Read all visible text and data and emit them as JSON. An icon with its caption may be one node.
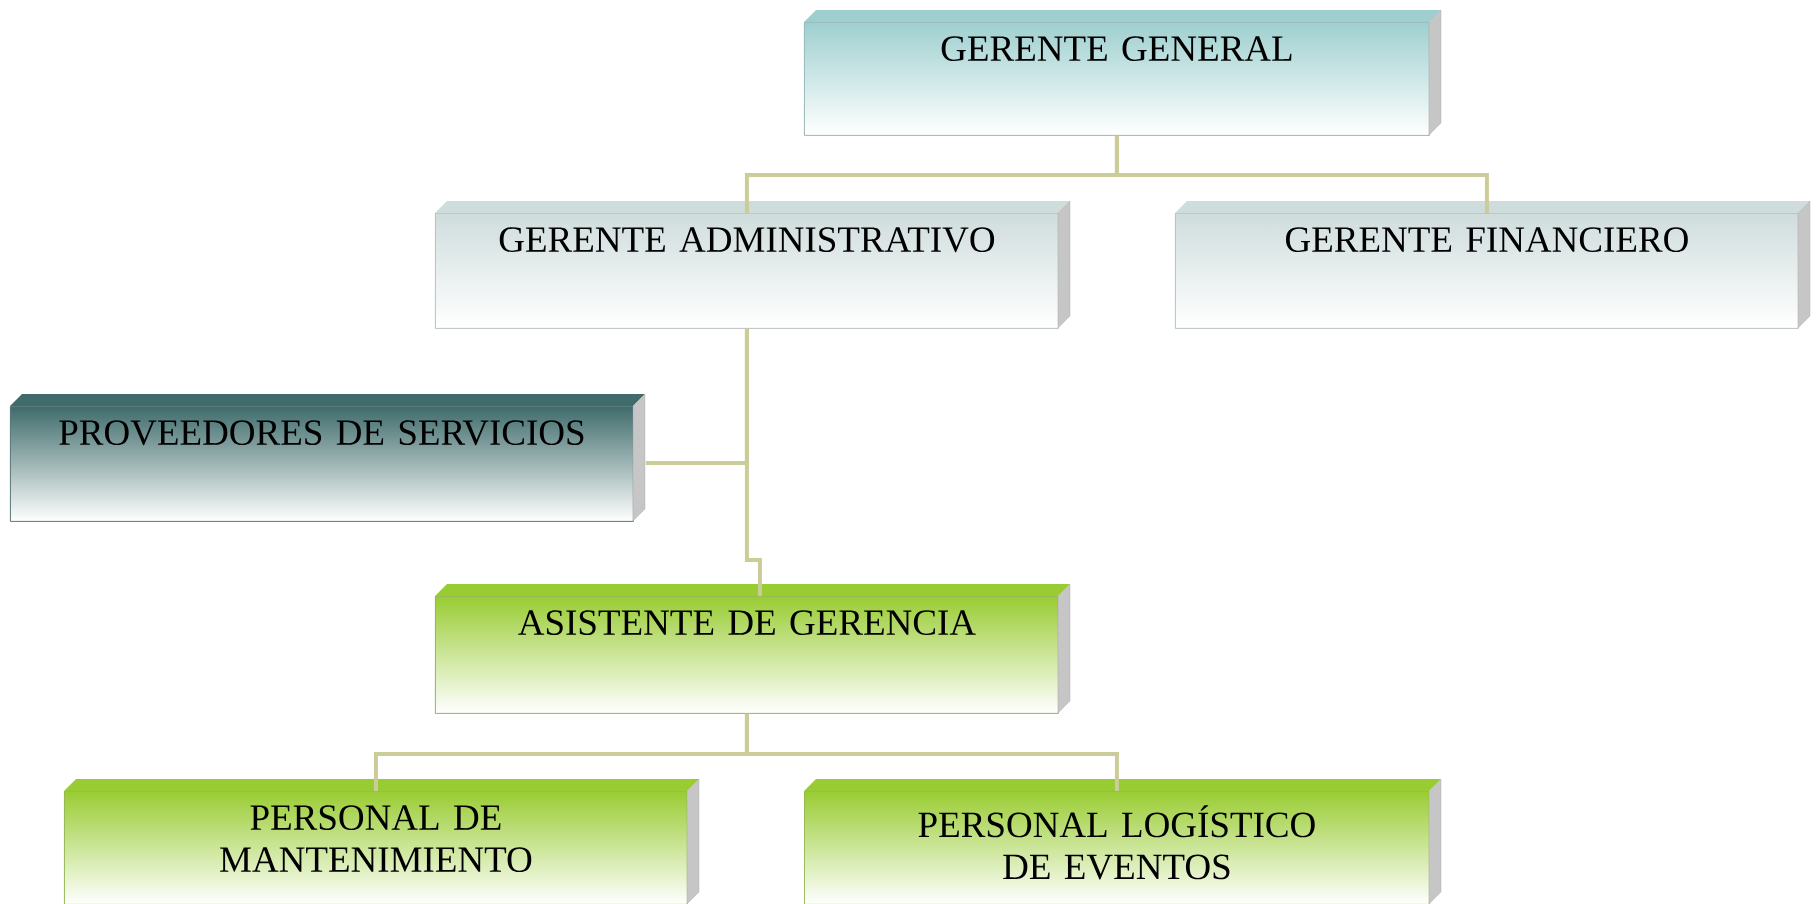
{
  "diagram": {
    "nodes": [
      {
        "text": [
          "GERENTE GENERAL"
        ]
      },
      {
        "text": [
          "GERENTE ADMINISTRATIVO"
        ]
      },
      {
        "text": [
          "GERENTE FINANCIERO"
        ]
      },
      {
        "text": [
          "PROVEEDORES DE SERVICIOS"
        ]
      },
      {
        "text": [
          "ASISTENTE DE GERENCIA"
        ]
      },
      {
        "text": [
          "PERSONAL DE MANTENIMIENTO"
        ]
      },
      {
        "text": [
          "PERSONAL LOGÍSTICO DE EVENTOS"
        ]
      }
    ],
    "edges": [
      {
        "from": 0,
        "to": 1,
        "arrow": "none"
      },
      {
        "from": 0,
        "to": 2,
        "arrow": "none"
      },
      {
        "from": 1,
        "to": 3,
        "arrow": "none"
      },
      {
        "from": 1,
        "to": 4,
        "arrow": "none"
      },
      {
        "from": 4,
        "to": 5,
        "arrow": "none"
      },
      {
        "from": 4,
        "to": 6,
        "arrow": "none"
      }
    ]
  }
}
